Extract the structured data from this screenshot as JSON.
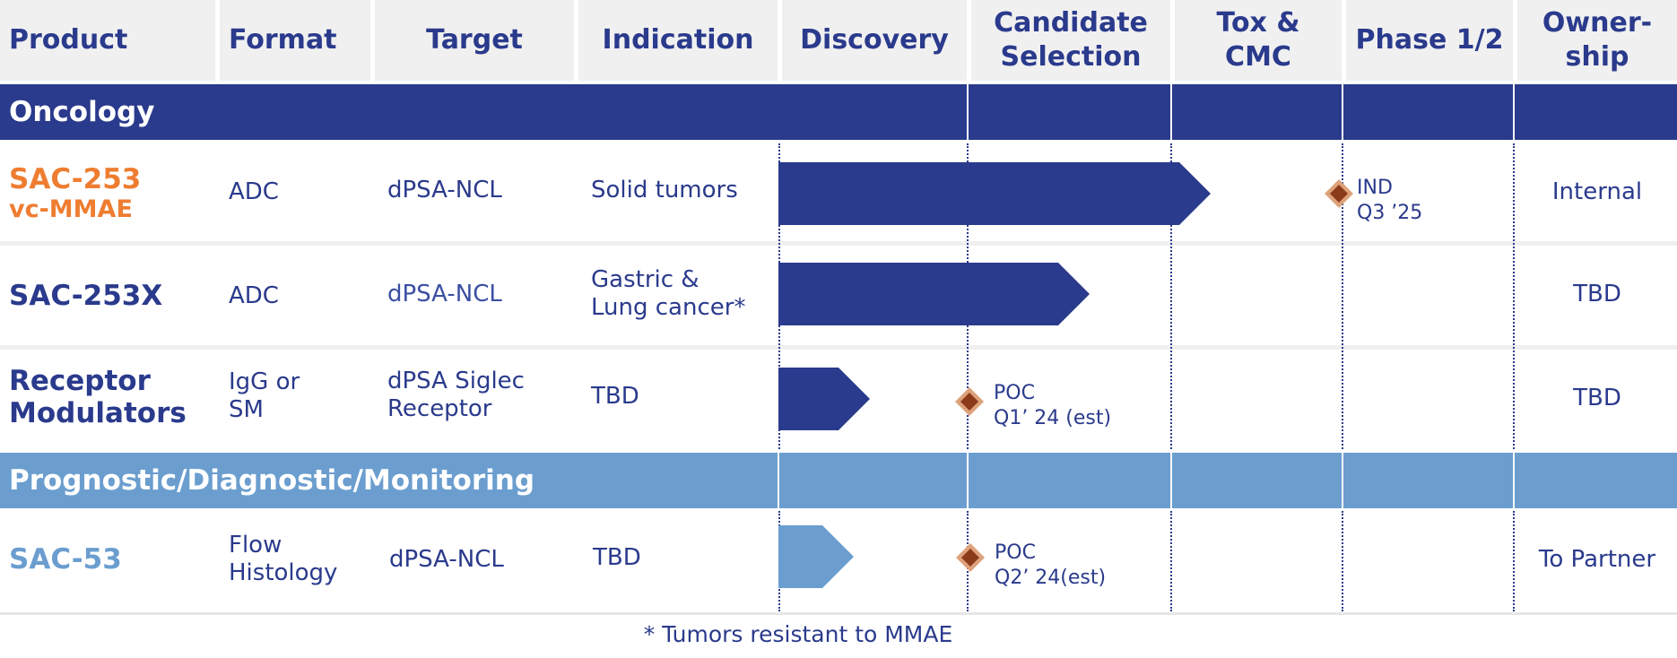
{
  "header": {
    "product": "Product",
    "format": "Format",
    "target": "Target",
    "indication": "Indication",
    "discovery": "Discovery",
    "candidate_line1": "Candidate",
    "candidate_line2": "Selection",
    "tox_line1": "Tox &",
    "tox_line2": "CMC",
    "phase": "Phase 1/2",
    "own_line1": "Owner-",
    "own_line2": "ship"
  },
  "sections": {
    "oncology": "Oncology",
    "prognostic": "Prognostic/Diagnostic/Monitoring"
  },
  "colors": {
    "navy": "#2a3a8c",
    "light_blue": "#6b9ecf",
    "orange": "#ee7d31",
    "milestone": "#8b3a1a"
  },
  "rows": [
    {
      "product_line1": "SAC-253",
      "product_line2": "vc-MMAE",
      "format": "ADC",
      "target": "dPSA-NCL",
      "indication_line1": "Solid tumors",
      "indication_line2": "",
      "ownership": "Internal",
      "milestone_line1": "IND",
      "milestone_line2": "Q3 ’25"
    },
    {
      "product_line1": "SAC-253X",
      "format": "ADC",
      "target": "dPSA-NCL",
      "indication_line1": "Gastric &",
      "indication_line2": "Lung cancer*",
      "ownership": "TBD"
    },
    {
      "product_line1": "Receptor",
      "product_line2": "Modulators",
      "format_line1": "IgG or",
      "format_line2": "SM",
      "target_line1": "dPSA Siglec",
      "target_line2": "Receptor",
      "indication_line1": "TBD",
      "ownership": "TBD",
      "milestone_line1": "POC",
      "milestone_line2": "Q1’ 24 (est)"
    },
    {
      "product_line1": "SAC-53",
      "format_line1": "Flow",
      "format_line2": "Histology",
      "target": "dPSA-NCL",
      "indication_line1": "TBD",
      "ownership": "To Partner",
      "milestone_line1": "POC",
      "milestone_line2": "Q2’ 24(est)"
    }
  ],
  "footnote": "* Tumors resistant to MMAE"
}
